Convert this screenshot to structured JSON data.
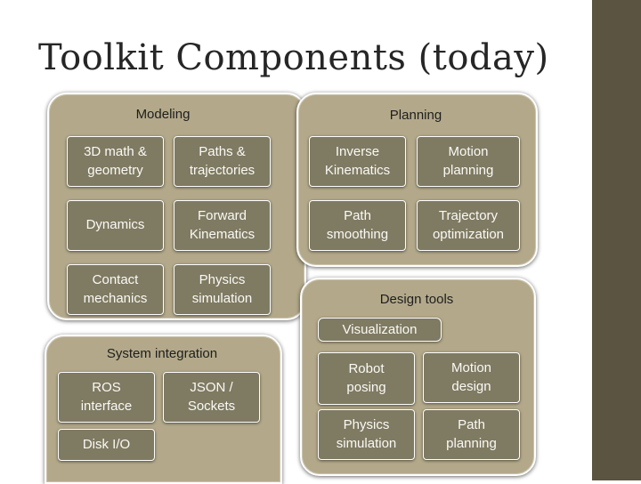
{
  "slide": {
    "title": "Toolkit Components (today)"
  },
  "theme": {
    "group_fill": "#b3a98a",
    "box_fill": "#7f7a62",
    "sidebar_fill": "#5a5440",
    "text_dark": "#262626",
    "text_light": "#fafaf5"
  },
  "groups": {
    "modeling": {
      "label": "Modeling",
      "items": [
        "3D math &\ngeometry",
        "Paths &\ntrajectories",
        "Dynamics",
        "Forward\nKinematics",
        "Contact\nmechanics",
        "Physics\nsimulation"
      ]
    },
    "planning": {
      "label": "Planning",
      "items": [
        "Inverse\nKinematics",
        "Motion\nplanning",
        "Path\nsmoothing",
        "Trajectory\noptimization"
      ]
    },
    "system_integration": {
      "label": "System integration",
      "items": [
        "ROS\ninterface",
        "JSON  /\nSockets",
        "Disk I/O"
      ]
    },
    "design_tools": {
      "label": "Design tools",
      "visualization_label": "Visualization",
      "items": [
        "Robot\nposing",
        "Motion\ndesign",
        "Physics\nsimulation",
        "Path\nplanning"
      ]
    }
  }
}
